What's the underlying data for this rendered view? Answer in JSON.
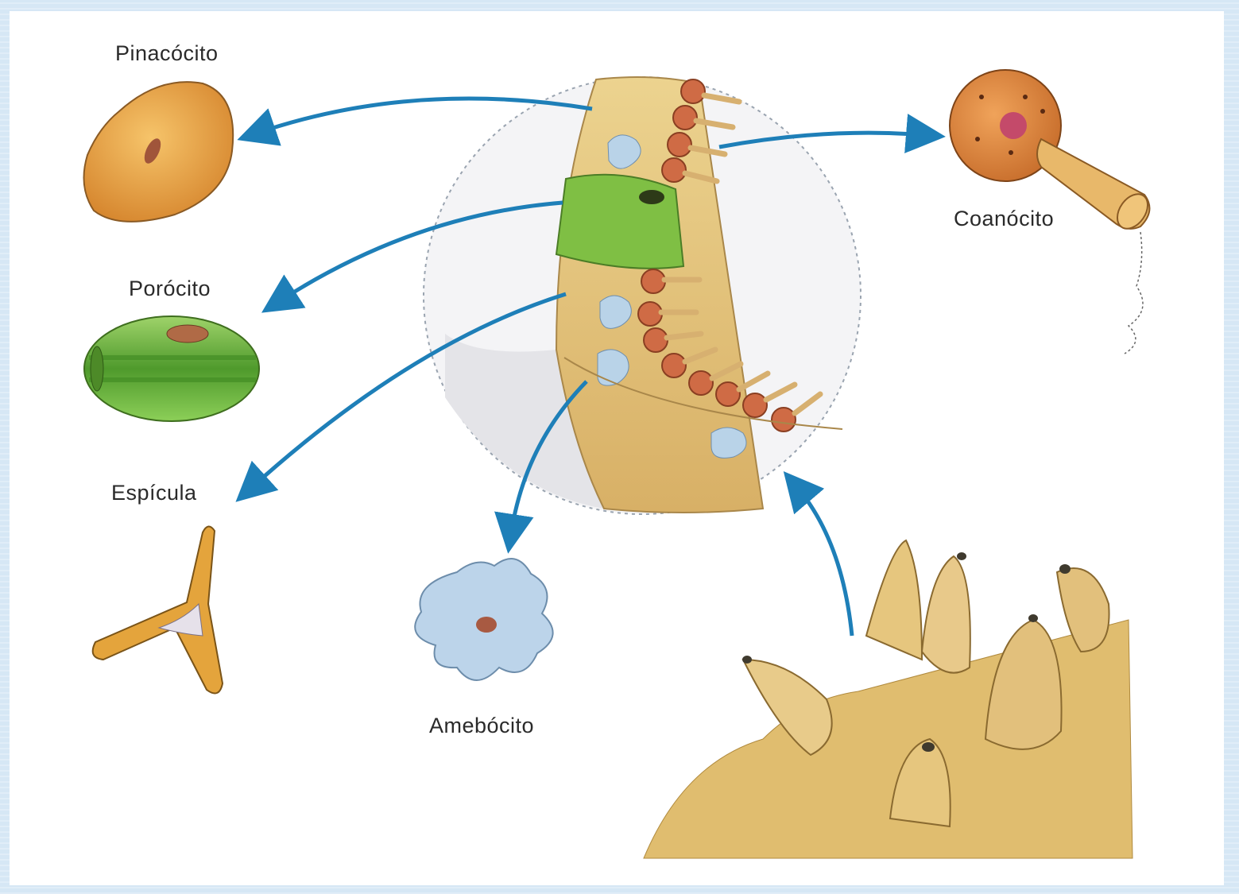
{
  "labels": {
    "pinacocyte": "Pinacócito",
    "porocyte": "Porócito",
    "spicule": "Espícula",
    "choanocyte": "Coanócito",
    "amoebocyte": "Amebócito"
  },
  "colors": {
    "arrow": "#1e7fb8",
    "pinacocyte": "#e9a94c",
    "porocyte": "#6fb338",
    "choanocyte": "#d9853f",
    "amoebocyte": "#b9d3e8",
    "sponge_body": "#e3c47a",
    "nucleus": "#c23c3c",
    "background": "#d6e7f5"
  }
}
